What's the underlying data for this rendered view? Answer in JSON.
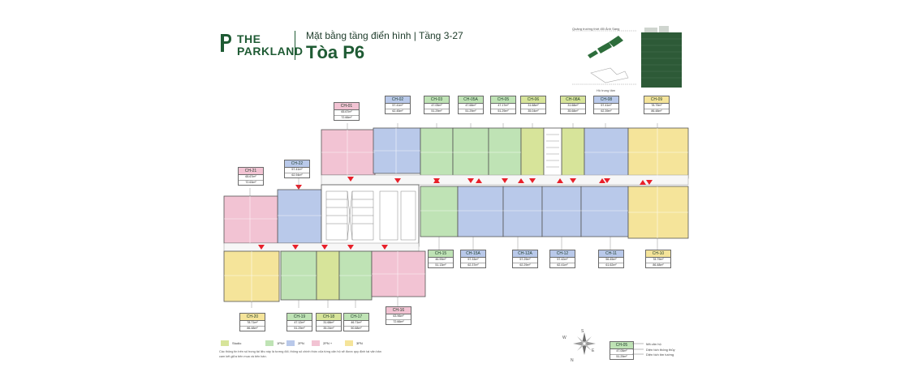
{
  "brand": {
    "line1": "THE",
    "line2": "PARKLAND",
    "color": "#1f5b34"
  },
  "header": {
    "subtitle": "Mặt bằng tầng điển hình | Tầng 3-27",
    "title": "Tòa P6"
  },
  "keymap": {
    "top_label": "Quảng trường thời đổi Ảnh Sáng",
    "bottom_label": "Hồ trung tâm"
  },
  "colors": {
    "studio": "#d7e49a",
    "1pn": "#bfe3b5",
    "2pn": "#b9c9ea",
    "2pnplus": "#f2c3d3",
    "3pn": "#f5e49a",
    "red_marker": "#e8202a"
  },
  "units": [
    {
      "code": "CH-01",
      "a1": "65.67m²",
      "a2": "72.66m²",
      "type": "2pnp"
    },
    {
      "code": "CH-02",
      "a1": "57.41m²",
      "a2": "62.45m²",
      "type": "2pn"
    },
    {
      "code": "CH-03",
      "a1": "47.05m²",
      "a2": "51.29m²",
      "type": "1pn"
    },
    {
      "code": "CH-05A",
      "a1": "47.68m²",
      "a2": "51.29m²",
      "type": "1pn"
    },
    {
      "code": "CH-05",
      "a1": "47.17m²",
      "a2": "51.29m²",
      "type": "1pn"
    },
    {
      "code": "CH-06",
      "a1": "31.68m²",
      "a2": "35.04m²",
      "type": "studio"
    },
    {
      "code": "CH-08A",
      "a1": "31.68m²",
      "a2": "35.68m²",
      "type": "studio"
    },
    {
      "code": "CH-08",
      "a1": "57.41m²",
      "a2": "62.39m²",
      "type": "2pn"
    },
    {
      "code": "CH-09",
      "a1": "78.79m²",
      "a2": "86.48m²",
      "type": "3pn"
    },
    {
      "code": "CH-22",
      "a1": "57.41m²",
      "a2": "62.94m²",
      "type": "2pn"
    },
    {
      "code": "CH-21",
      "a1": "65.67m²",
      "a2": "72.63m²",
      "type": "2pnp"
    },
    {
      "code": "CH-15",
      "a1": "46.99m²",
      "a2": "51.13m²",
      "type": "1pn"
    },
    {
      "code": "CH-15A",
      "a1": "57.33m²",
      "a2": "62.37m²",
      "type": "2pn"
    },
    {
      "code": "CH-12A",
      "a1": "57.29m²",
      "a2": "62.29m²",
      "type": "2pn"
    },
    {
      "code": "CH-12",
      "a1": "57.42m²",
      "a2": "62.41m²",
      "type": "2pn"
    },
    {
      "code": "CH-11",
      "a1": "56.45m²",
      "a2": "61.62m²",
      "type": "2pn"
    },
    {
      "code": "CH-10",
      "a1": "78.79m²",
      "a2": "86.48m²",
      "type": "3pn"
    },
    {
      "code": "CH-20",
      "a1": "78.71m²",
      "a2": "86.48m²",
      "type": "3pn"
    },
    {
      "code": "CH-19",
      "a1": "47.12m²",
      "a2": "51.29m²",
      "type": "1pn"
    },
    {
      "code": "CH-18",
      "a1": "31.68m²",
      "a2": "35.24m²",
      "type": "studio"
    },
    {
      "code": "CH-17",
      "a1": "46.71m²",
      "a2": "50.68m²",
      "type": "1pn"
    },
    {
      "code": "CH-16",
      "a1": "63.96m²",
      "a2": "72.66m²",
      "type": "2pnp"
    }
  ],
  "legend": [
    {
      "label": "Studio",
      "type": "studio"
    },
    {
      "label": "1PN+",
      "type": "1pn"
    },
    {
      "label": "2PN",
      "type": "2pn"
    },
    {
      "label": "2PN +",
      "type": "2pnp"
    },
    {
      "label": "3PN",
      "type": "3pn"
    }
  ],
  "note": "Các thông tin trên số trong tài liệu này là tương đối, thông số chính thức của từng căn hộ sẽ được quy định tại văn bản cam kết giữa bên mua và bên bán.",
  "compass": {
    "n": "N",
    "s": "S",
    "e": "E",
    "w": "W"
  },
  "sample_key": {
    "code": "CH-05",
    "a1": "47.05m²",
    "a2": "51.29m²",
    "code_desc": "Mã căn hộ",
    "a1_desc": "Diện tích thông thủy",
    "a2_desc": "Diện tích tim tường"
  }
}
